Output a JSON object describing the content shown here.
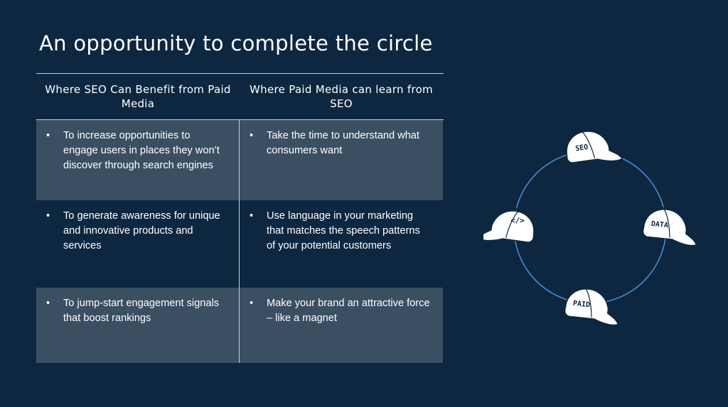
{
  "title": "An opportunity to complete the circle",
  "table": {
    "headers": [
      "Where SEO Can Benefit from Paid Media",
      "Where Paid Media can learn from SEO"
    ],
    "rows": [
      {
        "left": "To increase opportunities to engage users in places they won’t discover through search engines",
        "right": "Take the time to understand what consumers want"
      },
      {
        "left": "To generate awareness for unique and innovative products and services",
        "right": "Use language in your marketing that matches the speech patterns of your potential customers"
      },
      {
        "left": "To jump-start engagement signals that boost rankings",
        "right": "Make your brand an attractive force – like a magnet"
      }
    ],
    "bullet": "•"
  },
  "diagram": {
    "caps": [
      "SEO",
      "DATA",
      "PAID",
      "</>"
    ],
    "icon": "baseball-cap-icon",
    "ring_color": "#4a90d9"
  },
  "colors": {
    "background": "#0e2740",
    "shaded_row": "#3b4f63",
    "rule": "#c7ced6"
  }
}
